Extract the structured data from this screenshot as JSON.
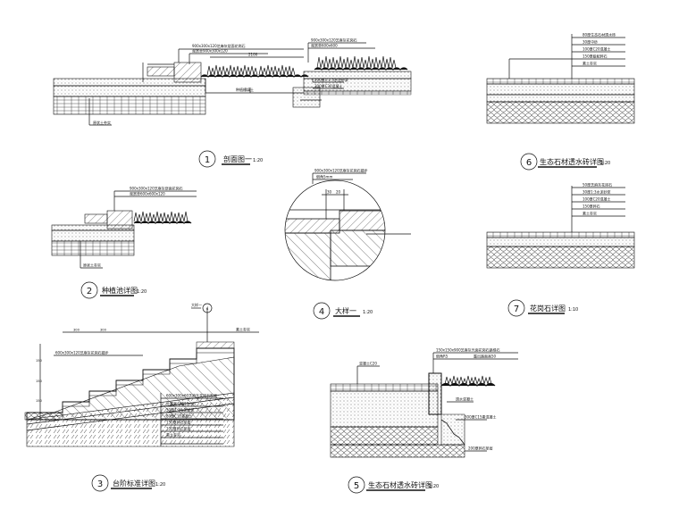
{
  "sheet": {
    "details": [
      {
        "num": "1",
        "title": "剖面图一",
        "scale": "1:20"
      },
      {
        "num": "2",
        "title": "种植池详图",
        "scale": "1:20"
      },
      {
        "num": "3",
        "title": "台阶标准详图",
        "scale": "1:20"
      },
      {
        "num": "4",
        "title": "大样一",
        "scale": "1:20"
      },
      {
        "num": "5",
        "title": "生态石材透水砖详图",
        "scale": "1:20"
      },
      {
        "num": "6",
        "title": "生态石材透水砖详图",
        "scale": "1:20"
      },
      {
        "num": "7",
        "title": "花岗石详图",
        "scale": "1:10"
      }
    ],
    "callouts": {
      "d1": [
        "900x300x120芝麻灰烧面花岗石",
        "观赏草900x300x120",
        "900x300x120芝麻灰花岗石",
        "观赏草600x600",
        "种植槽填土",
        "2100",
        "200厚1:2.5水泥砂浆",
        "300厚C30混凝土",
        "原状土夯实"
      ],
      "d2": [
        "900x300x120芝麻灰烧面花岗石",
        "观赏草600x600x120",
        "原状土夯实"
      ],
      "d3": [
        "大样一",
        "4",
        "600x300x120芝麻灰花岗石踏步",
        "600x300x60芝麻灰花岗石贴面",
        "300",
        "300",
        "150",
        "150",
        "150",
        "外露面勾缝10mm",
        "30厚1:3水泥砂浆",
        "80厚C15混凝土",
        "150厚碎石垫层",
        "素土夯实",
        "100厚碎石垫层",
        "素土夯实"
      ],
      "d4": [
        "30",
        "20",
        "900x300x120芝麻灰花岗石踏步",
        "倒角5mm"
      ],
      "d5": [
        "150x150x900芝麻灰光面花岗石路缘石",
        "倒角R5",
        "露出路面高50",
        "混凝土C20",
        "透水混凝土",
        "300厚C15素混凝土",
        "200厚碎石垫层"
      ],
      "d6": [
        "80厚生态石材透水砖",
        "30厚中砂",
        "100厚C20混凝土",
        "150厚级配碎石",
        "素土夯实"
      ],
      "d7": [
        "50厚芝麻灰花岗石",
        "30厚1:3水泥砂浆",
        "100厚C20混凝土",
        "150厚碎石",
        "素土夯实"
      ]
    }
  }
}
